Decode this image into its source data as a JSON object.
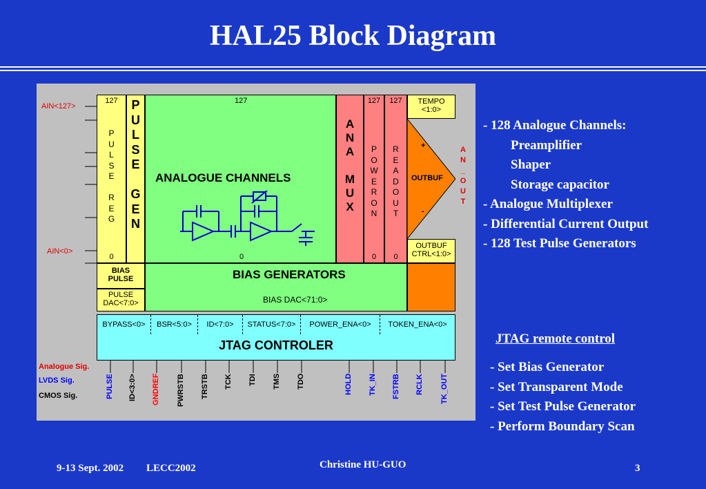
{
  "title": "HAL25 Block Diagram",
  "diagram": {
    "ain_top": "AIN<127>",
    "ain_bottom": "AIN<0>",
    "pulse_reg": {
      "top": "127",
      "letters": [
        "P",
        "U",
        "L",
        "S",
        "E",
        "",
        "R",
        "E",
        "G"
      ],
      "bottom": "0"
    },
    "pulse_gen": [
      "P",
      "U",
      "L",
      "S",
      "E",
      "",
      "G",
      "E",
      "N"
    ],
    "analogue": {
      "top": "127",
      "label": "ANALOGUE CHANNELS",
      "bottom": "0"
    },
    "ana_mux": [
      "A",
      "N",
      "A",
      "",
      "M",
      "U",
      "X"
    ],
    "poweron": {
      "top": "127",
      "letters": [
        "P",
        "O",
        "W",
        "E",
        "R",
        "O",
        "N"
      ],
      "bottom": "0"
    },
    "readout": {
      "top": "127",
      "letters": [
        "R",
        "E",
        "A",
        "D",
        "O",
        "U",
        "T"
      ],
      "bottom": "0"
    },
    "tempo": [
      "TEMPO",
      "<1:0>"
    ],
    "outbuf": "OUTBUF",
    "outbuf_plus": "+",
    "outbuf_minus": "-",
    "an_out": [
      "A",
      "N",
      "_",
      "O",
      "U",
      "T"
    ],
    "outbuf_ctrl": [
      "OUTBUF",
      "CTRL<1:0>"
    ],
    "bias_pulse": [
      "BIAS",
      "PULSE"
    ],
    "pulse_dac": [
      "PULSE",
      "DAC<7:0>"
    ],
    "bias_generators": "BIAS GENERATORS",
    "bias_dac": "BIAS DAC<71:0>",
    "registers": [
      "BYPASS<0>",
      "BSR<5:0>",
      "ID<7:0>",
      "STATUS<7:0>",
      "POWER_ENA<0>",
      "TOKEN_ENA<0>"
    ],
    "jtag_controler": "JTAG CONTROLER",
    "legend": {
      "analogue": "Analogue Sig.",
      "lvds": "LVDS Sig.",
      "cmos": "CMOS Sig."
    },
    "pins": [
      {
        "name": "PULSE",
        "kind": "lvds"
      },
      {
        "name": "ID<3:0>",
        "kind": "cmos"
      },
      {
        "name": "GNDREF",
        "kind": "analogue"
      },
      {
        "name": "PWRSTB",
        "kind": "cmos"
      },
      {
        "name": "TRSTB",
        "kind": "cmos"
      },
      {
        "name": "TCK",
        "kind": "cmos"
      },
      {
        "name": "TDI",
        "kind": "cmos"
      },
      {
        "name": "TMS",
        "kind": "cmos"
      },
      {
        "name": "TDO",
        "kind": "cmos"
      },
      {
        "name": "HOLD",
        "kind": "lvds"
      },
      {
        "name": "TK_IN",
        "kind": "lvds"
      },
      {
        "name": "FSTRB",
        "kind": "lvds"
      },
      {
        "name": "RCLK",
        "kind": "lvds"
      },
      {
        "name": "TK_OUT",
        "kind": "lvds"
      }
    ]
  },
  "bullets": [
    "- 128 Analogue Channels:",
    "Preamplifier",
    "Shaper",
    "Storage capacitor",
    "- Analogue Multiplexer",
    "- Differential Current Output",
    "- 128 Test Pulse Generators"
  ],
  "jtag_title": "JTAG remote control",
  "jtag_items": [
    "- Set Bias Generator",
    "- Set Transparent Mode",
    "- Set Test Pulse Generator",
    "- Perform Boundary Scan"
  ],
  "footer": {
    "date": "9-13 Sept. 2002",
    "conf": "LECC2002",
    "author": "Christine HU-GUO",
    "page": "3"
  },
  "colors": {
    "background": "#1b39c9",
    "panel": "#c0c0c0",
    "yellow": "#ffff80",
    "green": "#80ff80",
    "salmon": "#ff8080",
    "orange": "#ff8000",
    "cyan": "#80ffff",
    "analogue_red": "#ff0000",
    "lvds_blue": "#0000ff",
    "cmos_black": "#000000"
  }
}
